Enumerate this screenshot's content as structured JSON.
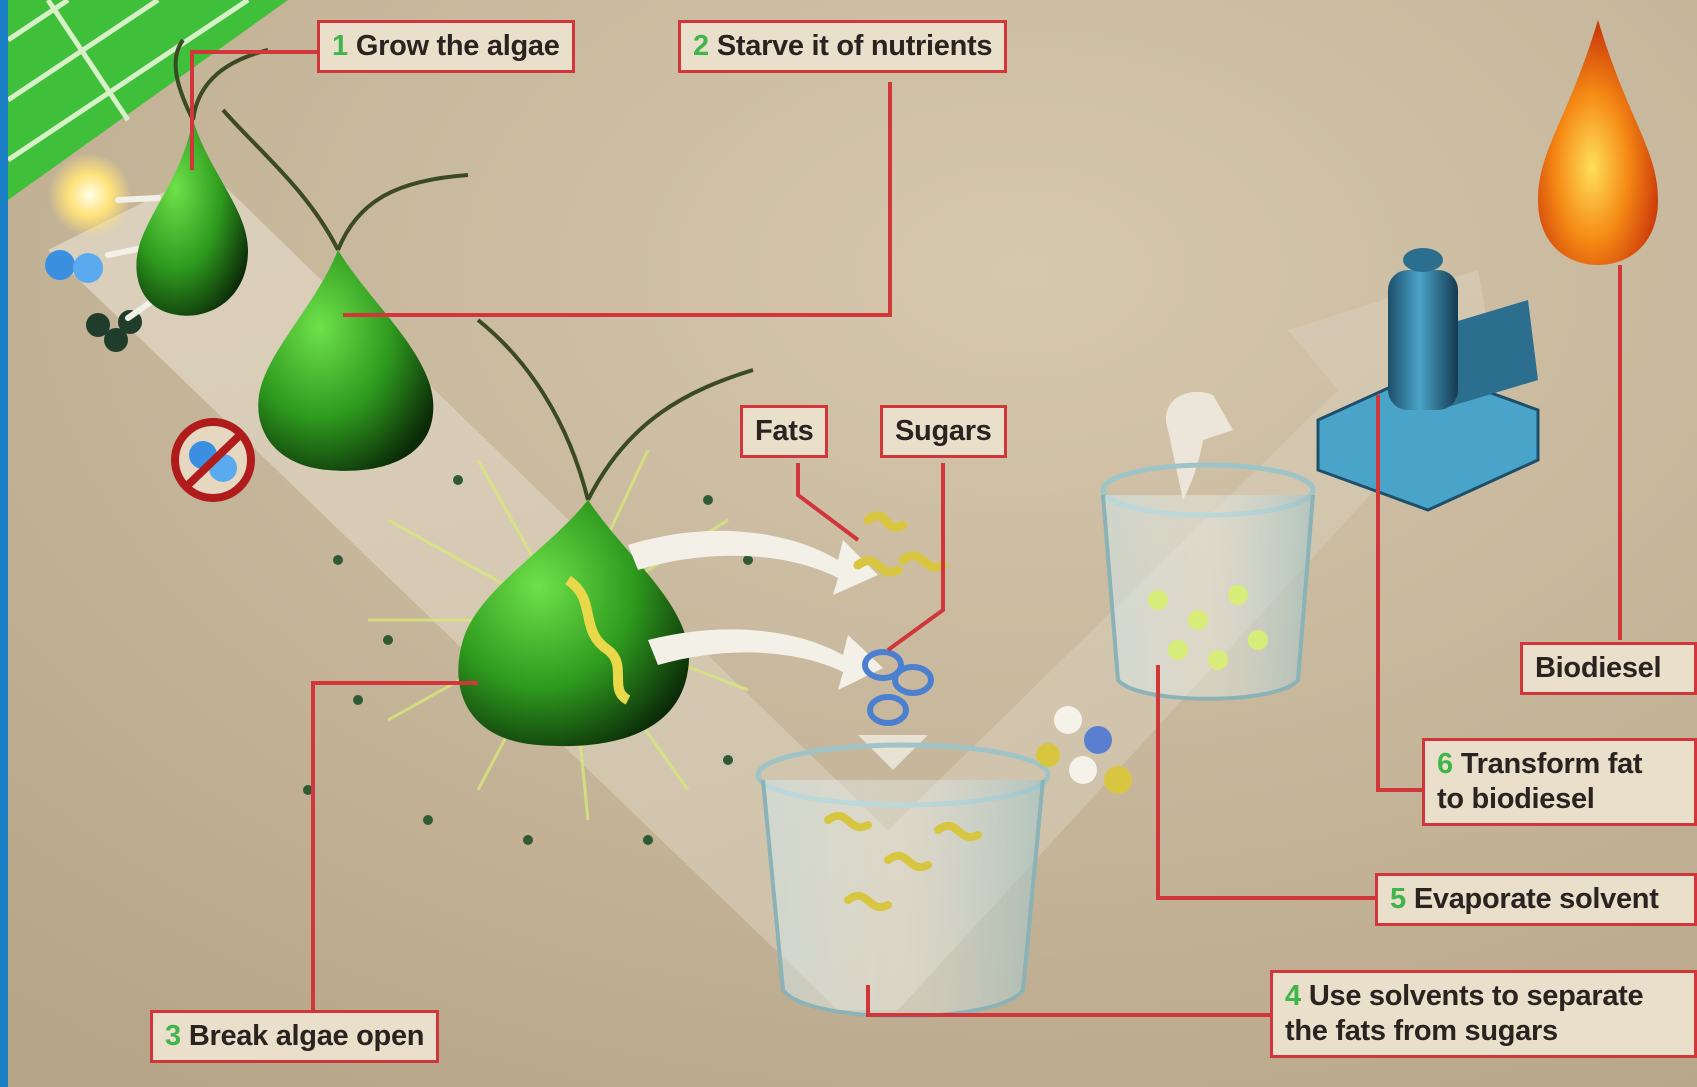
{
  "labels": {
    "grow": {
      "num": "1",
      "text": "Grow the algae"
    },
    "starve": {
      "num": "2",
      "text": "Starve it of nutrients"
    },
    "fats": {
      "text": "Fats"
    },
    "sugars": {
      "text": "Sugars"
    },
    "break": {
      "num": "3",
      "text": "Break algae open"
    },
    "solvents": {
      "num": "4",
      "line1": "Use solvents to separate",
      "line2": "the fats from sugars"
    },
    "evaporate": {
      "num": "5",
      "text": "Evaporate solvent"
    },
    "transform": {
      "num": "6",
      "line1": "Transform fat",
      "line2": "to biodiesel"
    },
    "biodiesel": {
      "text": "Biodiesel"
    }
  },
  "colors": {
    "frame_blue": "#1b7fc6",
    "background": "#c9b99e",
    "label_border": "#d0363a",
    "label_fill": "#e9dfcb",
    "step_number": "#3fb54a",
    "algae_green": "#2e9a1e",
    "fuel_orange": "#f07a10"
  },
  "icons": [
    "sun-icon",
    "water-molecule-icon",
    "carbon-molecule-icon",
    "no-nutrients-icon",
    "algae-cell-icon",
    "beaker-icon",
    "reactor-icon",
    "fuel-drop-icon"
  ]
}
